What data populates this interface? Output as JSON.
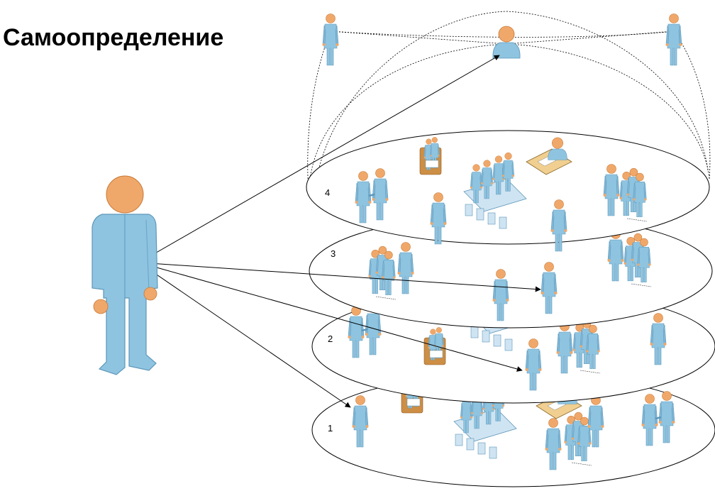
{
  "title": "Самоопределение",
  "levels": [
    {
      "label": "1"
    },
    {
      "label": "2"
    },
    {
      "label": "3"
    },
    {
      "label": "4"
    }
  ],
  "colors": {
    "body": "#8ec4e0",
    "body_dark": "#5e97b9",
    "head": "#f0a86a",
    "head_dark": "#d9843e",
    "table": "#f0cf90",
    "chair": "#cd8e45",
    "line": "#000000"
  }
}
